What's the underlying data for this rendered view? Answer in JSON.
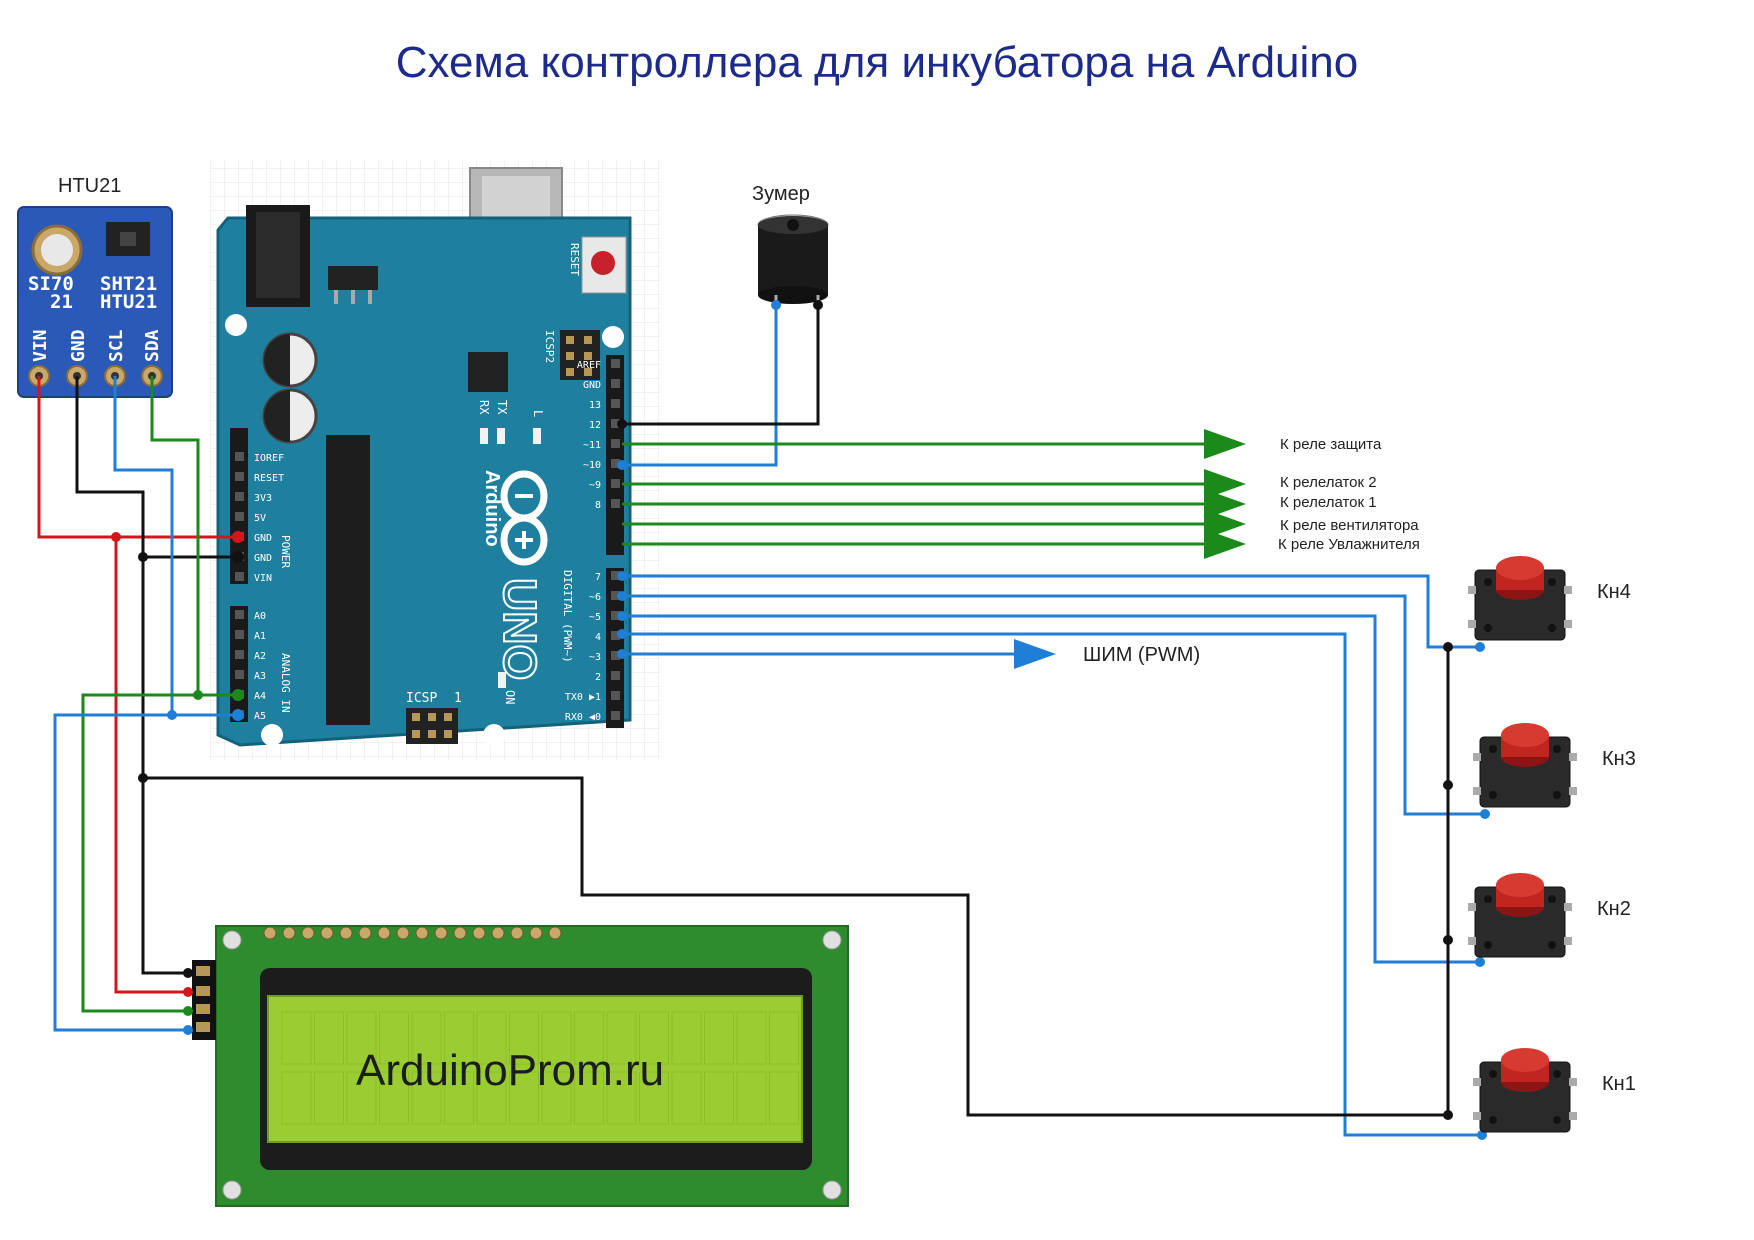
{
  "title": "Схема контроллера для инкубатора на Arduino",
  "sensor": {
    "name": "HTU21",
    "chip_left": "SI70\n21",
    "chip_left_1": "SI70",
    "chip_left_2": "21",
    "chip_right_1": "SHT21",
    "chip_right_2": "HTU21",
    "pins": [
      "VIN",
      "GND",
      "SCL",
      "SDA"
    ]
  },
  "buzzer": {
    "label": "Зумер"
  },
  "arduino": {
    "reset": "RESET",
    "icsp2": "ICSP2",
    "icsp": "ICSP",
    "icsp_num": "1",
    "tx": "TX",
    "rx": "RX",
    "led_l": "L",
    "brand": "Arduino",
    "model": "UNO",
    "on": "ON",
    "power_group": "POWER",
    "analog_group": "ANALOG IN",
    "digital_group": "DIGITAL (PWM~)",
    "power_pins": [
      "IOREF",
      "RESET",
      "3V3",
      "5V",
      "GND",
      "GND",
      "VIN"
    ],
    "analog_pins": [
      "A0",
      "A1",
      "A2",
      "A3",
      "A4",
      "A5"
    ],
    "digital_pins_top": [
      "AREF",
      "GND",
      "13",
      "12",
      "~11",
      "~10",
      "~9",
      "8"
    ],
    "digital_pins_bottom": [
      "7",
      "~6",
      "~5",
      "4",
      "~3",
      "2",
      "TX0 ▶1",
      "RX0 ◀0"
    ]
  },
  "outputs": [
    "К реле защита",
    "К релелаток 2",
    "К релелаток 1",
    "К реле вентилятора",
    "К реле Увлажнителя"
  ],
  "pwm_label": "ШИМ (PWM)",
  "buttons": [
    "Кн4",
    "Кн3",
    "Кн2",
    "Кн1"
  ],
  "lcd": {
    "text": "ArduinoProm.ru"
  },
  "colors": {
    "title": "#1b2a8c",
    "wire_red": "#d4161a",
    "wire_black": "#111111",
    "wire_blue": "#1f7ed6",
    "wire_green": "#1b8a1b",
    "board": "#1e7f9f",
    "lcd_pcb": "#2e8b2e",
    "lcd_screen": "#9acd32"
  }
}
